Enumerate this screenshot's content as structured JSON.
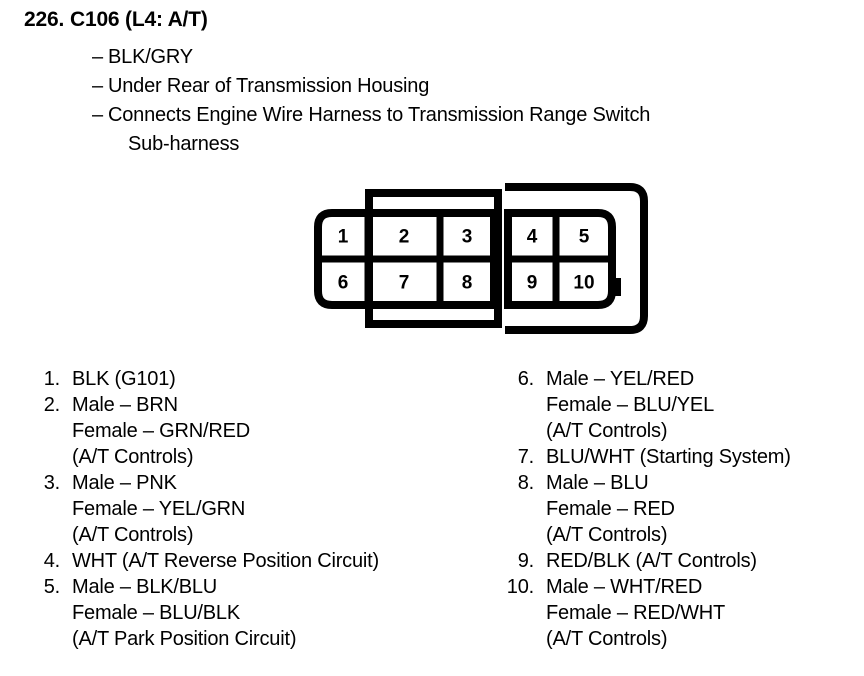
{
  "header": {
    "number": "226.",
    "title": "C106 (L4: A/T)",
    "dash": "–",
    "bullets": [
      "BLK/GRY",
      "Under Rear of Transmission Housing",
      "Connects Engine Wire Harness to Transmission Range Switch"
    ],
    "bullet_continuation": "Sub-harness"
  },
  "connector": {
    "name": "10-pin-connector-diagram",
    "pins": [
      {
        "number": "1",
        "row": "top",
        "section": "left"
      },
      {
        "number": "2",
        "row": "top",
        "section": "left"
      },
      {
        "number": "3",
        "row": "top",
        "section": "left"
      },
      {
        "number": "4",
        "row": "top",
        "section": "right"
      },
      {
        "number": "5",
        "row": "top",
        "section": "right"
      },
      {
        "number": "6",
        "row": "bottom",
        "section": "left"
      },
      {
        "number": "7",
        "row": "bottom",
        "section": "left"
      },
      {
        "number": "8",
        "row": "bottom",
        "section": "left"
      },
      {
        "number": "9",
        "row": "bottom",
        "section": "right"
      },
      {
        "number": "10",
        "row": "bottom",
        "section": "right"
      }
    ],
    "line_color": "#000000",
    "fill_color": "#ffffff"
  },
  "legend": {
    "left_column": [
      {
        "index": "1.",
        "lines": [
          "BLK (G101)"
        ]
      },
      {
        "index": "2.",
        "lines": [
          "Male – BRN",
          "Female – GRN/RED",
          "(A/T Controls)"
        ]
      },
      {
        "index": "3.",
        "lines": [
          "Male – PNK",
          "Female – YEL/GRN",
          "(A/T Controls)"
        ]
      },
      {
        "index": "4.",
        "lines": [
          "WHT (A/T Reverse Position Circuit)"
        ]
      },
      {
        "index": "5.",
        "lines": [
          "Male – BLK/BLU",
          "Female – BLU/BLK",
          "(A/T Park Position Circuit)"
        ]
      }
    ],
    "right_column": [
      {
        "index": "6.",
        "lines": [
          "Male – YEL/RED",
          "Female – BLU/YEL",
          "(A/T Controls)"
        ]
      },
      {
        "index": "7.",
        "lines": [
          "BLU/WHT (Starting System)"
        ]
      },
      {
        "index": "8.",
        "lines": [
          "Male – BLU",
          "Female – RED",
          "(A/T Controls)"
        ]
      },
      {
        "index": "9.",
        "lines": [
          "RED/BLK (A/T Controls)"
        ]
      },
      {
        "index": "10.",
        "lines": [
          "Male – WHT/RED",
          "Female – RED/WHT",
          "(A/T Controls)"
        ]
      }
    ]
  }
}
